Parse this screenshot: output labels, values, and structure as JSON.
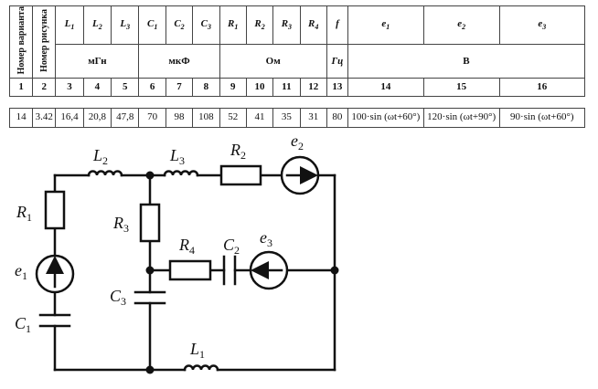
{
  "table": {
    "header_labels": [
      "Номер варианта",
      "Номер рисунка",
      "L",
      "L",
      "L",
      "C",
      "C",
      "C",
      "R",
      "R",
      "R",
      "R",
      "f",
      "e",
      "e",
      "e"
    ],
    "header_subs": [
      "",
      "",
      "1",
      "2",
      "3",
      "1",
      "2",
      "3",
      "1",
      "2",
      "3",
      "4",
      "",
      "1",
      "2",
      "3"
    ],
    "units": {
      "L": "мГн",
      "C": "мкФ",
      "R": "Ом",
      "f": "Гц",
      "e": "В"
    },
    "column_numbers": [
      "1",
      "2",
      "3",
      "4",
      "5",
      "6",
      "7",
      "8",
      "9",
      "10",
      "11",
      "12",
      "13",
      "14",
      "15",
      "16"
    ],
    "row": [
      "14",
      "3.42",
      "16,4",
      "20,8",
      "47,8",
      "70",
      "98",
      "108",
      "52",
      "41",
      "35",
      "31",
      "80",
      "100·sin (ωt+60°)",
      "120·sin (ωt+90°)",
      "90·sin (ωt+60°)"
    ]
  },
  "circuit": {
    "labels": {
      "L1": {
        "main": "L",
        "sub": "1"
      },
      "L2": {
        "main": "L",
        "sub": "2"
      },
      "L3": {
        "main": "L",
        "sub": "3"
      },
      "R1": {
        "main": "R",
        "sub": "1"
      },
      "R2": {
        "main": "R",
        "sub": "2"
      },
      "R3": {
        "main": "R",
        "sub": "3"
      },
      "R4": {
        "main": "R",
        "sub": "4"
      },
      "C1": {
        "main": "C",
        "sub": "1"
      },
      "C2": {
        "main": "C",
        "sub": "2"
      },
      "C3": {
        "main": "C",
        "sub": "3"
      },
      "e1": {
        "main": "e",
        "sub": "1"
      },
      "e2": {
        "main": "e",
        "sub": "2"
      },
      "e3": {
        "main": "e",
        "sub": "3"
      }
    }
  }
}
